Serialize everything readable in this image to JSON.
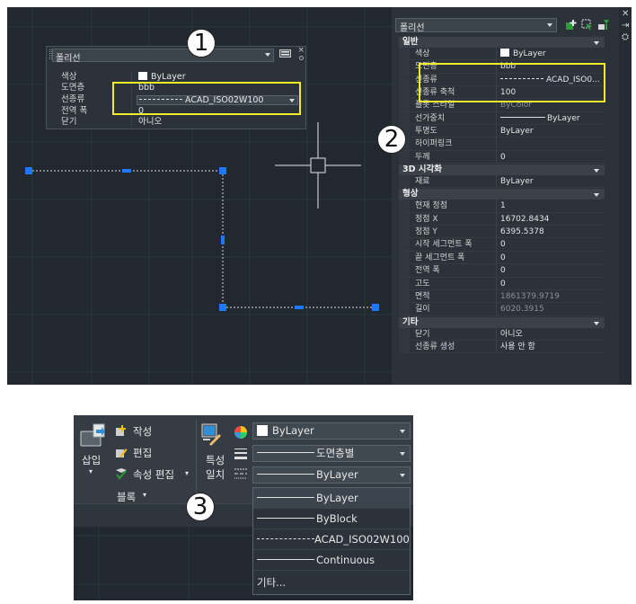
{
  "callouts": [
    "1",
    "2",
    "3"
  ],
  "quick_properties": {
    "title": "폴리선",
    "rows": [
      {
        "key": "색상",
        "value": "ByLayer"
      },
      {
        "key": "도면층",
        "value": "bbb"
      },
      {
        "key": "선종류",
        "value": "ACAD_ISO02W100"
      },
      {
        "key": "전역 폭",
        "value": "0"
      },
      {
        "key": "닫기",
        "value": "아니오"
      }
    ]
  },
  "properties_palette": {
    "selection": "폴리선",
    "side_controls": [
      "✕",
      "⇥",
      "⛭"
    ],
    "categories": [
      {
        "name": "일반",
        "rows": [
          {
            "key": "색상",
            "value": "ByLayer",
            "swatch": true
          },
          {
            "key": "도면층",
            "value": "bbb"
          },
          {
            "key": "선종류",
            "value": "ACAD_ISO0...",
            "linetype": "dash"
          },
          {
            "key": "선종류 축척",
            "value": "100"
          },
          {
            "key": "플롯 스타일",
            "value": "ByColor",
            "dim": true
          },
          {
            "key": "선가중치",
            "value": "ByLayer",
            "linetype": "solid"
          },
          {
            "key": "투명도",
            "value": "ByLayer"
          },
          {
            "key": "하이퍼링크",
            "value": ""
          },
          {
            "key": "두께",
            "value": "0"
          }
        ]
      },
      {
        "name": "3D 시각화",
        "rows": [
          {
            "key": "재료",
            "value": "ByLayer"
          }
        ]
      },
      {
        "name": "형상",
        "rows": [
          {
            "key": "현재 정점",
            "value": "1"
          },
          {
            "key": "정점 X",
            "value": "16702.8434"
          },
          {
            "key": "정점 Y",
            "value": "6395.5378"
          },
          {
            "key": "시작 세그먼트 폭",
            "value": "0"
          },
          {
            "key": "끝 세그먼트 폭",
            "value": "0"
          },
          {
            "key": "전역 폭",
            "value": "0"
          },
          {
            "key": "고도",
            "value": "0"
          },
          {
            "key": "면적",
            "value": "1861379.9719",
            "dim": true
          },
          {
            "key": "길이",
            "value": "6020.3915",
            "dim": true
          }
        ]
      },
      {
        "name": "기타",
        "rows": [
          {
            "key": "닫기",
            "value": "아니오"
          },
          {
            "key": "선종류 생성",
            "value": "사용 안 함"
          }
        ]
      }
    ]
  },
  "ribbon": {
    "insert_label": "삽입",
    "create_label": "작성",
    "edit_label": "편집",
    "edit_attributes_label": "속성 편집",
    "block_panel_label": "블록",
    "match_properties_label_1": "특성",
    "match_properties_label_2": "일치",
    "color_value": "ByLayer",
    "lineweight_value": "도면층별",
    "linetype_value": "ByLayer",
    "linetype_options": [
      {
        "label": "ByLayer",
        "style": "solid"
      },
      {
        "label": "ByBlock",
        "style": "solid"
      },
      {
        "label": "ACAD_ISO02W100",
        "style": "dash"
      },
      {
        "label": "Continuous",
        "style": "solid"
      }
    ],
    "other_label": "기타..."
  },
  "colors": {
    "canvas_bg": "#212830",
    "panel_bg": "#2b3239",
    "highlight": "#f0ec2a",
    "grip": "#1e78ff"
  }
}
